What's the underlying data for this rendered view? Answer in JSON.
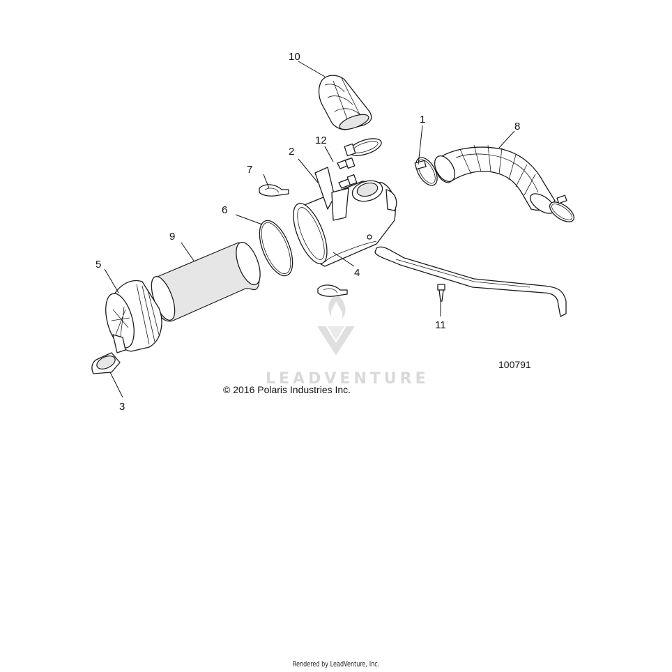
{
  "callouts": {
    "c1": "1",
    "c2": "2",
    "c3": "3",
    "c4": "4",
    "c5": "5",
    "c6": "6",
    "c7": "7",
    "c8": "8",
    "c9": "9",
    "c10": "10",
    "c11": "11",
    "c12": "12"
  },
  "diagram_code": "100791",
  "copyright": "© 2016 Polaris Industries Inc.",
  "watermark": "LEADVENTURE",
  "footer": "Rendered by LeadVenture, Inc.",
  "colors": {
    "line": "#1a1a1a",
    "shade": "#e6e6e6",
    "watermark": "#d9d9d9",
    "background": "#ffffff"
  }
}
